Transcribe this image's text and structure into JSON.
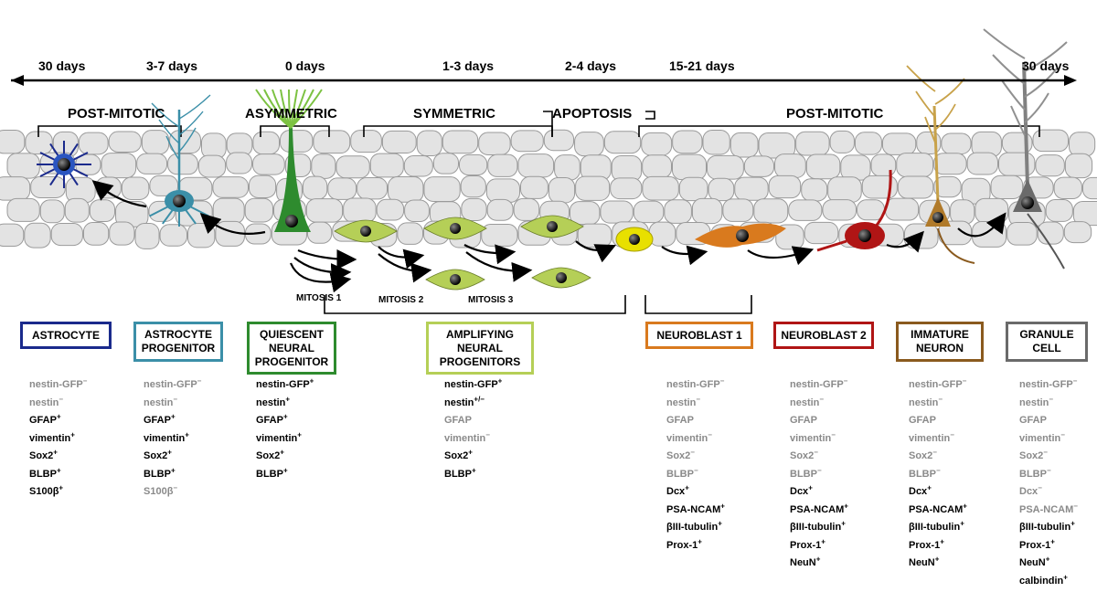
{
  "timeline": {
    "days": [
      "30 days",
      "3-7 days",
      "0 days",
      "1-3 days",
      "2-4 days",
      "15-21 days",
      "30 days"
    ]
  },
  "phases": {
    "post_mitotic_left": "POST-MITOTIC",
    "asymmetric": "ASYMMETRIC",
    "symmetric": "SYMMETRIC",
    "apoptosis": "APOPTOSIS",
    "post_mitotic_right": "POST-MITOTIC"
  },
  "mitosis": [
    "MITOSIS 1",
    "MITOSIS 2",
    "MITOSIS 3"
  ],
  "colors": {
    "astrocyte": "#1a2a8c",
    "astrocyte_progenitor": "#3b8fa8",
    "quiescent": "#2e8b2e",
    "amplifying": "#b5cf57",
    "apoptotic": "#e8e000",
    "neuroblast1": "#d97a1e",
    "neuroblast2": "#b01515",
    "immature": "#8a5a1e",
    "granule": "#6a6a6a",
    "tissue": "#e3e3e3"
  },
  "cell_types": [
    {
      "label": "ASTROCYTE",
      "markers": [
        [
          "nestin-GFP",
          "−",
          false
        ],
        [
          "nestin",
          "−",
          false
        ],
        [
          "GFAP",
          "+",
          true
        ],
        [
          "vimentin",
          "+",
          true
        ],
        [
          "Sox2",
          "+",
          true
        ],
        [
          "BLBP",
          "+",
          true
        ],
        [
          "S100β",
          "+",
          true
        ]
      ]
    },
    {
      "label": "ASTROCYTE\nPROGENITOR",
      "markers": [
        [
          "nestin-GFP",
          "−",
          false
        ],
        [
          "nestin",
          "−",
          false
        ],
        [
          "GFAP",
          "+",
          true
        ],
        [
          "vimentin",
          "+",
          true
        ],
        [
          "Sox2",
          "+",
          true
        ],
        [
          "BLBP",
          "+",
          true
        ],
        [
          "S100β",
          "−",
          false
        ]
      ]
    },
    {
      "label": "QUIESCENT\nNEURAL\nPROGENITOR",
      "markers": [
        [
          "nestin-GFP",
          "+",
          true
        ],
        [
          "nestin",
          "+",
          true
        ],
        [
          "GFAP",
          "+",
          true
        ],
        [
          "vimentin",
          "+",
          true
        ],
        [
          "Sox2",
          "+",
          true
        ],
        [
          "BLBP",
          "+",
          true
        ]
      ]
    },
    {
      "label": "AMPLIFYING\nNEURAL\nPROGENITORS",
      "markers": [
        [
          "nestin-GFP",
          "+",
          true
        ],
        [
          "nestin",
          "+/−",
          true
        ],
        [
          "GFAP",
          "",
          false
        ],
        [
          "vimentin",
          "−",
          false
        ],
        [
          "Sox2",
          "+",
          true
        ],
        [
          "BLBP",
          "+",
          true
        ]
      ]
    },
    {
      "label": "NEUROBLAST 1",
      "markers": [
        [
          "nestin-GFP",
          "−",
          false
        ],
        [
          "nestin",
          "−",
          false
        ],
        [
          "GFAP",
          "",
          false
        ],
        [
          "vimentin",
          "−",
          false
        ],
        [
          "Sox2",
          "−",
          false
        ],
        [
          "BLBP",
          "−",
          false
        ],
        [
          "Dcx",
          "+",
          true
        ],
        [
          "PSA-NCAM",
          "+",
          true
        ],
        [
          "βIII-tubulin",
          "+",
          true
        ],
        [
          "Prox-1",
          "+",
          true
        ]
      ]
    },
    {
      "label": "NEUROBLAST 2",
      "markers": [
        [
          "nestin-GFP",
          "−",
          false
        ],
        [
          "nestin",
          "−",
          false
        ],
        [
          "GFAP",
          "",
          false
        ],
        [
          "vimentin",
          "−",
          false
        ],
        [
          "Sox2",
          "−",
          false
        ],
        [
          "BLBP",
          "−",
          false
        ],
        [
          "Dcx",
          "+",
          true
        ],
        [
          "PSA-NCAM",
          "+",
          true
        ],
        [
          "βIII-tubulin",
          "+",
          true
        ],
        [
          "Prox-1",
          "+",
          true
        ],
        [
          "NeuN",
          "+",
          true
        ]
      ]
    },
    {
      "label": "IMMATURE\nNEURON",
      "markers": [
        [
          "nestin-GFP",
          "−",
          false
        ],
        [
          "nestin",
          "−",
          false
        ],
        [
          "GFAP",
          "",
          false
        ],
        [
          "vimentin",
          "−",
          false
        ],
        [
          "Sox2",
          "−",
          false
        ],
        [
          "BLBP",
          "−",
          false
        ],
        [
          "Dcx",
          "+",
          true
        ],
        [
          "PSA-NCAM",
          "+",
          true
        ],
        [
          "βIII-tubulin",
          "+",
          true
        ],
        [
          "Prox-1",
          "+",
          true
        ],
        [
          "NeuN",
          "+",
          true
        ]
      ]
    },
    {
      "label": "GRANULE\nCELL",
      "markers": [
        [
          "nestin-GFP",
          "−",
          false
        ],
        [
          "nestin",
          "−",
          false
        ],
        [
          "GFAP",
          "",
          false
        ],
        [
          "vimentin",
          "−",
          false
        ],
        [
          "Sox2",
          "−",
          false
        ],
        [
          "BLBP",
          "−",
          false
        ],
        [
          "Dcx",
          "−",
          false
        ],
        [
          "PSA-NCAM",
          "−",
          false
        ],
        [
          "βIII-tubulin",
          "+",
          true
        ],
        [
          "Prox-1",
          "+",
          true
        ],
        [
          "NeuN",
          "+",
          true
        ],
        [
          "calbindin",
          "+",
          true
        ]
      ]
    }
  ]
}
